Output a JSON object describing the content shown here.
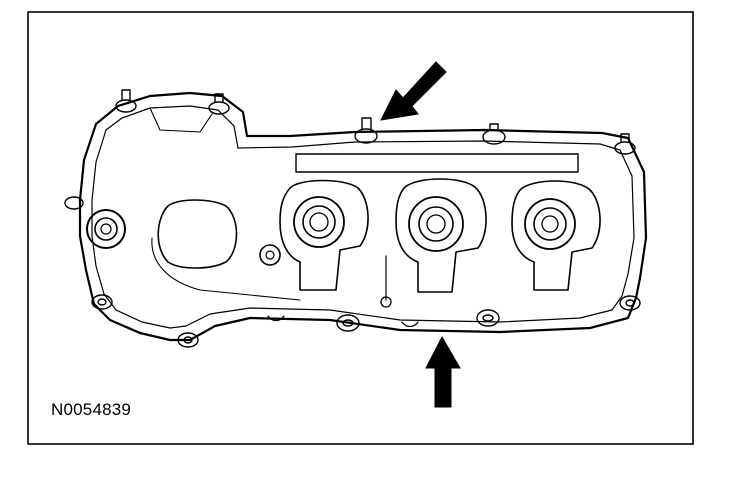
{
  "figure": {
    "caption": "N0054839",
    "subject": "engine-valve-cover",
    "arrow_count": 2,
    "line_color": "#000000",
    "background": "#ffffff"
  }
}
